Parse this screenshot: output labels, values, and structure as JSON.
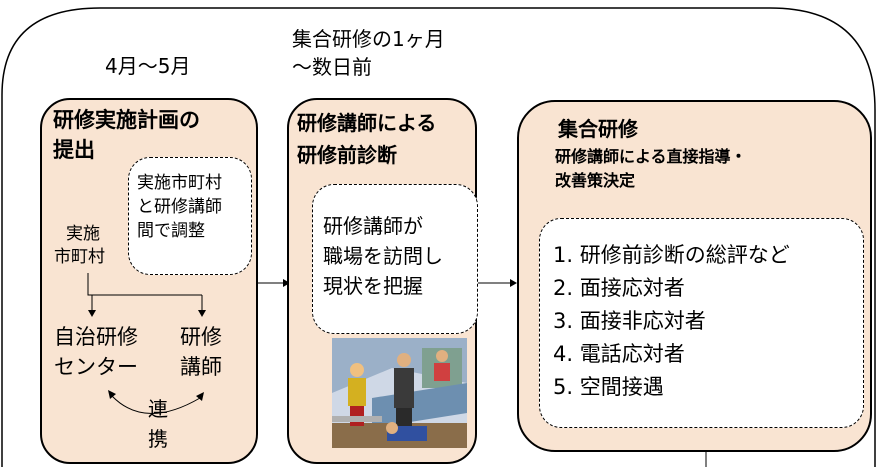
{
  "timeline": {
    "period1": "4月～5月",
    "period2_line1": "集合研修の1ヶ月",
    "period2_line2": "～数日前"
  },
  "step1": {
    "title_line1": "研修実施計画の",
    "title_line2": "提出",
    "note_line1": "実施市町村",
    "note_line2": "と研修講師",
    "note_line3": "間で調整",
    "source_line1": "実施",
    "source_line2": "市町村",
    "target1_line1": "自治研修",
    "target1_line2": "センター",
    "target2_line1": "研修",
    "target2_line2": "講師",
    "link_line1": "連",
    "link_line2": "携"
  },
  "step2": {
    "title_line1": "研修講師による",
    "title_line2": "研修前診断",
    "body_line1": "研修講師が",
    "body_line2": "職場を訪問し",
    "body_line3": "現状を把握",
    "illustration": "office-visit-clipart"
  },
  "step3": {
    "title_line1": "集合研修",
    "title_line2": "研修講師による直接指導・",
    "title_line3": "改善策決定",
    "items": [
      "1. 研修前診断の総評など",
      "2. 面接応対者",
      "3. 面接非応対者",
      "4. 電話応対者",
      "5. 空間接遇"
    ]
  }
}
